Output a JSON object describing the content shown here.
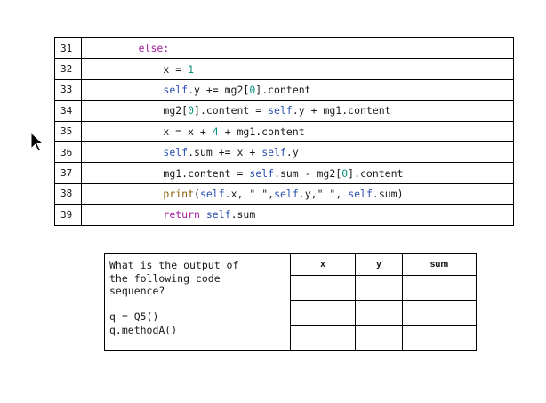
{
  "code_lines": [
    {
      "num": "31",
      "indent": 8,
      "tokens": [
        {
          "t": "else:",
          "c": "kw"
        }
      ]
    },
    {
      "num": "32",
      "indent": 12,
      "tokens": [
        {
          "t": "x = ",
          "c": ""
        },
        {
          "t": "1",
          "c": "numlit"
        }
      ]
    },
    {
      "num": "33",
      "indent": 12,
      "tokens": [
        {
          "t": "self",
          "c": "self"
        },
        {
          "t": ".y += mg2[",
          "c": ""
        },
        {
          "t": "0",
          "c": "numlit"
        },
        {
          "t": "].content",
          "c": ""
        }
      ]
    },
    {
      "num": "34",
      "indent": 12,
      "tokens": [
        {
          "t": "mg2[",
          "c": ""
        },
        {
          "t": "0",
          "c": "numlit"
        },
        {
          "t": "].content = ",
          "c": ""
        },
        {
          "t": "self",
          "c": "self"
        },
        {
          "t": ".y + mg1.content",
          "c": ""
        }
      ]
    },
    {
      "num": "35",
      "indent": 12,
      "tokens": [
        {
          "t": "x = x + ",
          "c": ""
        },
        {
          "t": "4",
          "c": "numlit"
        },
        {
          "t": " + mg1.content",
          "c": ""
        }
      ]
    },
    {
      "num": "36",
      "indent": 12,
      "tokens": [
        {
          "t": "self",
          "c": "self"
        },
        {
          "t": ".sum += x + ",
          "c": ""
        },
        {
          "t": "self",
          "c": "self"
        },
        {
          "t": ".y",
          "c": ""
        }
      ]
    },
    {
      "num": "37",
      "indent": 12,
      "tokens": [
        {
          "t": "mg1.content = ",
          "c": ""
        },
        {
          "t": "self",
          "c": "self"
        },
        {
          "t": ".sum - mg2[",
          "c": ""
        },
        {
          "t": "0",
          "c": "numlit"
        },
        {
          "t": "].content",
          "c": ""
        }
      ]
    },
    {
      "num": "38",
      "indent": 12,
      "tokens": [
        {
          "t": "print",
          "c": "print"
        },
        {
          "t": "(",
          "c": ""
        },
        {
          "t": "self",
          "c": "self"
        },
        {
          "t": ".x, ",
          "c": ""
        },
        {
          "t": "\" \"",
          "c": "str"
        },
        {
          "t": ",",
          "c": ""
        },
        {
          "t": "self",
          "c": "self"
        },
        {
          "t": ".y,",
          "c": ""
        },
        {
          "t": "\" \"",
          "c": "str"
        },
        {
          "t": ", ",
          "c": ""
        },
        {
          "t": "self",
          "c": "self"
        },
        {
          "t": ".sum)",
          "c": ""
        }
      ]
    },
    {
      "num": "39",
      "indent": 12,
      "tokens": [
        {
          "t": "return",
          "c": "kw"
        },
        {
          "t": " ",
          "c": ""
        },
        {
          "t": "self",
          "c": "self"
        },
        {
          "t": ".sum",
          "c": ""
        }
      ]
    }
  ],
  "question": {
    "text": "What is the output of\nthe following code\nsequence?\n\nq = Q5()\nq.methodA()",
    "headers": [
      "x",
      "y",
      "sum"
    ],
    "answer_rows": [
      [
        "",
        "",
        ""
      ],
      [
        "",
        "",
        ""
      ],
      [
        "",
        "",
        ""
      ]
    ]
  },
  "icons": {
    "cursor": "arrow-pointer-icon"
  }
}
